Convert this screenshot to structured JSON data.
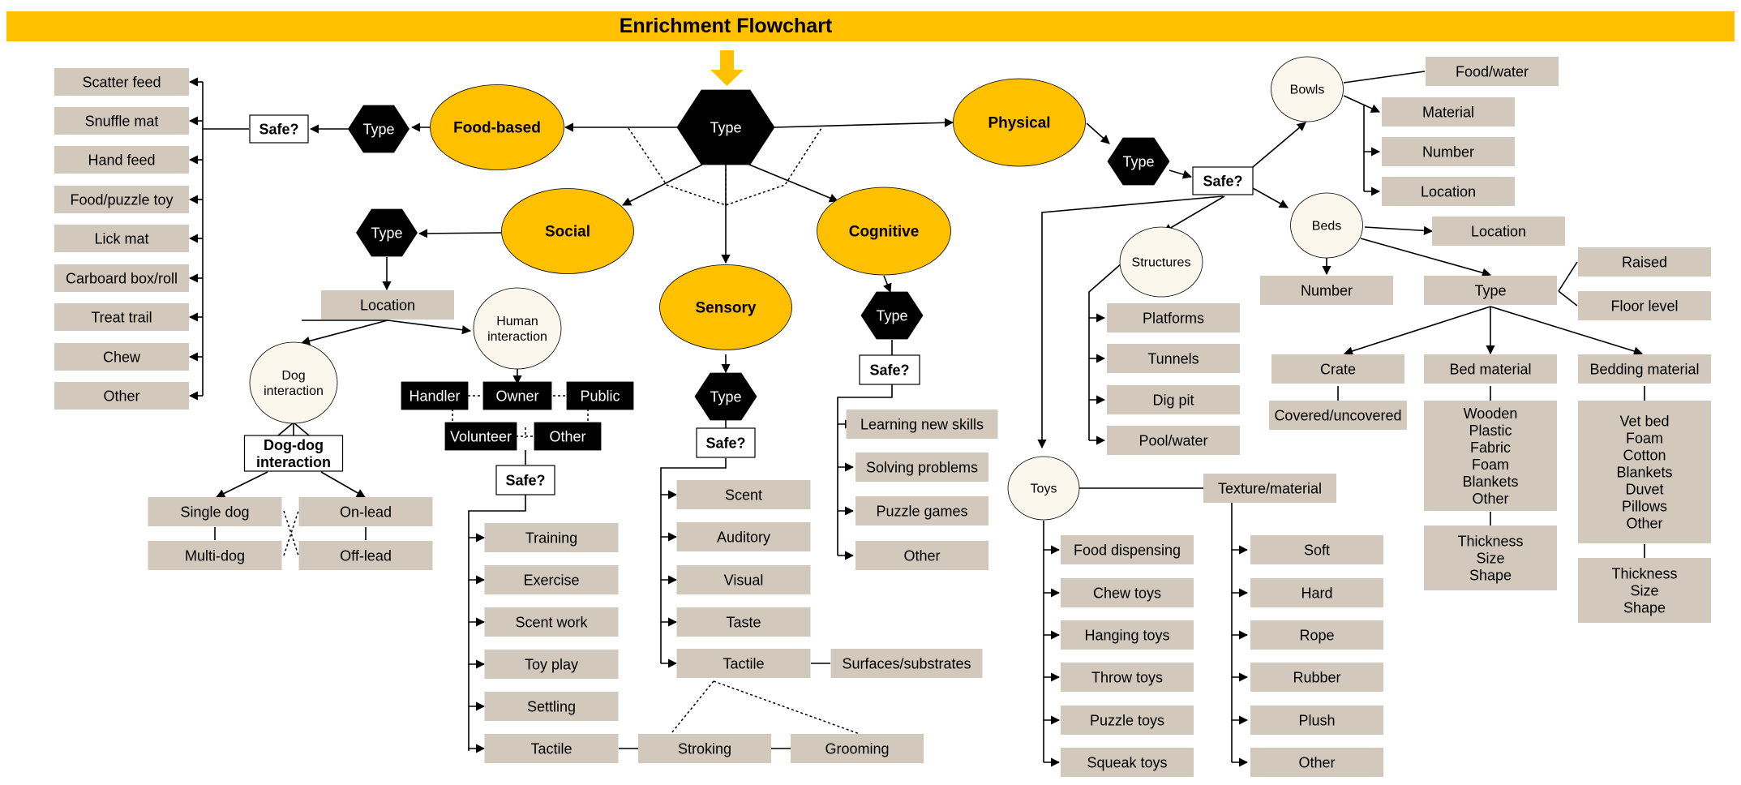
{
  "title": "Enrichment Flowchart",
  "colors": {
    "banner": "#FFC000",
    "gold": "#FFC000",
    "black": "#000000",
    "tan": "#D2C9BC",
    "cream": "#FCF7EC",
    "white": "#FFFFFF"
  },
  "icons": {
    "entry": "down-arrow-icon"
  },
  "nodes": [
    {
      "id": "center-type",
      "text": "Type",
      "shape": "hexagon",
      "style": "black"
    },
    {
      "id": "food-based",
      "text": "Food-based",
      "shape": "ellipse",
      "style": "gold"
    },
    {
      "id": "physical",
      "text": "Physical",
      "shape": "ellipse",
      "style": "gold"
    },
    {
      "id": "social",
      "text": "Social",
      "shape": "ellipse",
      "style": "gold"
    },
    {
      "id": "sensory",
      "text": "Sensory",
      "shape": "ellipse",
      "style": "gold"
    },
    {
      "id": "cognitive",
      "text": "Cognitive",
      "shape": "ellipse",
      "style": "gold"
    },
    {
      "id": "food-type",
      "text": "Type",
      "shape": "hexagon",
      "style": "black"
    },
    {
      "id": "food-safe",
      "text": "Safe?",
      "shape": "rect",
      "style": "white"
    },
    {
      "id": "food-scatter",
      "text": "Scatter feed",
      "shape": "rect",
      "style": "tan"
    },
    {
      "id": "food-snuffle",
      "text": "Snuffle mat",
      "shape": "rect",
      "style": "tan"
    },
    {
      "id": "food-hand",
      "text": "Hand feed",
      "shape": "rect",
      "style": "tan"
    },
    {
      "id": "food-puzzle",
      "text": "Food/puzzle toy",
      "shape": "rect",
      "style": "tan"
    },
    {
      "id": "food-lick",
      "text": "Lick mat",
      "shape": "rect",
      "style": "tan"
    },
    {
      "id": "food-box",
      "text": "Carboard box/roll",
      "shape": "rect",
      "style": "tan"
    },
    {
      "id": "food-trail",
      "text": "Treat trail",
      "shape": "rect",
      "style": "tan"
    },
    {
      "id": "food-chew",
      "text": "Chew",
      "shape": "rect",
      "style": "tan"
    },
    {
      "id": "food-other",
      "text": "Other",
      "shape": "rect",
      "style": "tan"
    },
    {
      "id": "social-type",
      "text": "Type",
      "shape": "hexagon",
      "style": "black"
    },
    {
      "id": "social-location",
      "text": "Location",
      "shape": "rect",
      "style": "tan"
    },
    {
      "id": "dog-interaction",
      "text": "Dog\ninteraction",
      "shape": "ellipse",
      "style": "cream"
    },
    {
      "id": "human-interaction",
      "text": "Human\ninteraction",
      "shape": "ellipse",
      "style": "cream"
    },
    {
      "id": "dogdog",
      "text": "Dog-dog\ninteraction",
      "shape": "rect",
      "style": "white"
    },
    {
      "id": "single-dog",
      "text": "Single dog",
      "shape": "rect",
      "style": "tan"
    },
    {
      "id": "multi-dog",
      "text": "Multi-dog",
      "shape": "rect",
      "style": "tan"
    },
    {
      "id": "on-lead",
      "text": "On-lead",
      "shape": "rect",
      "style": "tan"
    },
    {
      "id": "off-lead",
      "text": "Off-lead",
      "shape": "rect",
      "style": "tan"
    },
    {
      "id": "handler",
      "text": "Handler",
      "shape": "rect",
      "style": "black"
    },
    {
      "id": "owner",
      "text": "Owner",
      "shape": "rect",
      "style": "black"
    },
    {
      "id": "public",
      "text": "Public",
      "shape": "rect",
      "style": "black"
    },
    {
      "id": "volunteer",
      "text": "Volunteer",
      "shape": "rect",
      "style": "black"
    },
    {
      "id": "human-other",
      "text": "Other",
      "shape": "rect",
      "style": "black"
    },
    {
      "id": "human-safe",
      "text": "Safe?",
      "shape": "rect",
      "style": "white"
    },
    {
      "id": "h-training",
      "text": "Training",
      "shape": "rect",
      "style": "tan"
    },
    {
      "id": "h-exercise",
      "text": "Exercise",
      "shape": "rect",
      "style": "tan"
    },
    {
      "id": "h-scent",
      "text": "Scent work",
      "shape": "rect",
      "style": "tan"
    },
    {
      "id": "h-toy",
      "text": "Toy play",
      "shape": "rect",
      "style": "tan"
    },
    {
      "id": "h-settling",
      "text": "Settling",
      "shape": "rect",
      "style": "tan"
    },
    {
      "id": "h-tactile",
      "text": "Tactile",
      "shape": "rect",
      "style": "tan"
    },
    {
      "id": "stroking",
      "text": "Stroking",
      "shape": "rect",
      "style": "tan"
    },
    {
      "id": "grooming",
      "text": "Grooming",
      "shape": "rect",
      "style": "tan"
    },
    {
      "id": "sensory-type",
      "text": "Type",
      "shape": "hexagon",
      "style": "black"
    },
    {
      "id": "sensory-safe",
      "text": "Safe?",
      "shape": "rect",
      "style": "white"
    },
    {
      "id": "s-scent",
      "text": "Scent",
      "shape": "rect",
      "style": "tan"
    },
    {
      "id": "s-auditory",
      "text": "Auditory",
      "shape": "rect",
      "style": "tan"
    },
    {
      "id": "s-visual",
      "text": "Visual",
      "shape": "rect",
      "style": "tan"
    },
    {
      "id": "s-taste",
      "text": "Taste",
      "shape": "rect",
      "style": "tan"
    },
    {
      "id": "s-tactile",
      "text": "Tactile",
      "shape": "rect",
      "style": "tan"
    },
    {
      "id": "surfaces",
      "text": "Surfaces/substrates",
      "shape": "rect",
      "style": "tan"
    },
    {
      "id": "cog-type",
      "text": "Type",
      "shape": "hexagon",
      "style": "black"
    },
    {
      "id": "cog-safe",
      "text": "Safe?",
      "shape": "rect",
      "style": "white"
    },
    {
      "id": "c-learning",
      "text": "Learning new skills",
      "shape": "rect",
      "style": "tan"
    },
    {
      "id": "c-solving",
      "text": "Solving problems",
      "shape": "rect",
      "style": "tan"
    },
    {
      "id": "c-puzzle",
      "text": "Puzzle games",
      "shape": "rect",
      "style": "tan"
    },
    {
      "id": "c-other",
      "text": "Other",
      "shape": "rect",
      "style": "tan"
    },
    {
      "id": "phys-type",
      "text": "Type",
      "shape": "hexagon",
      "style": "black"
    },
    {
      "id": "phys-safe",
      "text": "Safe?",
      "shape": "rect",
      "style": "white"
    },
    {
      "id": "bowls",
      "text": "Bowls",
      "shape": "ellipse",
      "style": "cream"
    },
    {
      "id": "b-foodwater",
      "text": "Food/water",
      "shape": "rect",
      "style": "tan"
    },
    {
      "id": "b-material",
      "text": "Material",
      "shape": "rect",
      "style": "tan"
    },
    {
      "id": "b-number",
      "text": "Number",
      "shape": "rect",
      "style": "tan"
    },
    {
      "id": "b-location",
      "text": "Location",
      "shape": "rect",
      "style": "tan"
    },
    {
      "id": "beds",
      "text": "Beds",
      "shape": "ellipse",
      "style": "cream"
    },
    {
      "id": "beds-location",
      "text": "Location",
      "shape": "rect",
      "style": "tan"
    },
    {
      "id": "beds-number",
      "text": "Number",
      "shape": "rect",
      "style": "tan"
    },
    {
      "id": "beds-type",
      "text": "Type",
      "shape": "rect",
      "style": "tan"
    },
    {
      "id": "raised",
      "text": "Raised",
      "shape": "rect",
      "style": "tan"
    },
    {
      "id": "floor-level",
      "text": "Floor level",
      "shape": "rect",
      "style": "tan"
    },
    {
      "id": "crate",
      "text": "Crate",
      "shape": "rect",
      "style": "tan"
    },
    {
      "id": "covered",
      "text": "Covered/uncovered",
      "shape": "rect",
      "style": "tan"
    },
    {
      "id": "bed-material",
      "text": "Bed material",
      "shape": "rect",
      "style": "tan"
    },
    {
      "id": "bed-material-list",
      "text": "Wooden\nPlastic\nFabric\nFoam\nBlankets\nOther",
      "shape": "rect",
      "style": "tan"
    },
    {
      "id": "bed-material-dims",
      "text": "Thickness\nSize\nShape",
      "shape": "rect",
      "style": "tan"
    },
    {
      "id": "bedding-material",
      "text": "Bedding material",
      "shape": "rect",
      "style": "tan"
    },
    {
      "id": "bedding-list",
      "text": "Vet bed\nFoam\nCotton\nBlankets\nDuvet\nPillows\nOther",
      "shape": "rect",
      "style": "tan"
    },
    {
      "id": "bedding-dims",
      "text": "Thickness\nSize\nShape",
      "shape": "rect",
      "style": "tan"
    },
    {
      "id": "structures",
      "text": "Structures",
      "shape": "ellipse",
      "style": "cream"
    },
    {
      "id": "st-platforms",
      "text": "Platforms",
      "shape": "rect",
      "style": "tan"
    },
    {
      "id": "st-tunnels",
      "text": "Tunnels",
      "shape": "rect",
      "style": "tan"
    },
    {
      "id": "st-dig",
      "text": "Dig pit",
      "shape": "rect",
      "style": "tan"
    },
    {
      "id": "st-pool",
      "text": "Pool/water",
      "shape": "rect",
      "style": "tan"
    },
    {
      "id": "toys",
      "text": "Toys",
      "shape": "ellipse",
      "style": "cream"
    },
    {
      "id": "texture",
      "text": "Texture/material",
      "shape": "rect",
      "style": "tan"
    },
    {
      "id": "t-food",
      "text": "Food dispensing",
      "shape": "rect",
      "style": "tan"
    },
    {
      "id": "t-chew",
      "text": "Chew toys",
      "shape": "rect",
      "style": "tan"
    },
    {
      "id": "t-hanging",
      "text": "Hanging toys",
      "shape": "rect",
      "style": "tan"
    },
    {
      "id": "t-throw",
      "text": "Throw toys",
      "shape": "rect",
      "style": "tan"
    },
    {
      "id": "t-puzzle",
      "text": "Puzzle toys",
      "shape": "rect",
      "style": "tan"
    },
    {
      "id": "t-squeak",
      "text": "Squeak toys",
      "shape": "rect",
      "style": "tan"
    },
    {
      "id": "tx-soft",
      "text": "Soft",
      "shape": "rect",
      "style": "tan"
    },
    {
      "id": "tx-hard",
      "text": "Hard",
      "shape": "rect",
      "style": "tan"
    },
    {
      "id": "tx-rope",
      "text": "Rope",
      "shape": "rect",
      "style": "tan"
    },
    {
      "id": "tx-rubber",
      "text": "Rubber",
      "shape": "rect",
      "style": "tan"
    },
    {
      "id": "tx-plush",
      "text": "Plush",
      "shape": "rect",
      "style": "tan"
    },
    {
      "id": "tx-other",
      "text": "Other",
      "shape": "rect",
      "style": "tan"
    }
  ]
}
